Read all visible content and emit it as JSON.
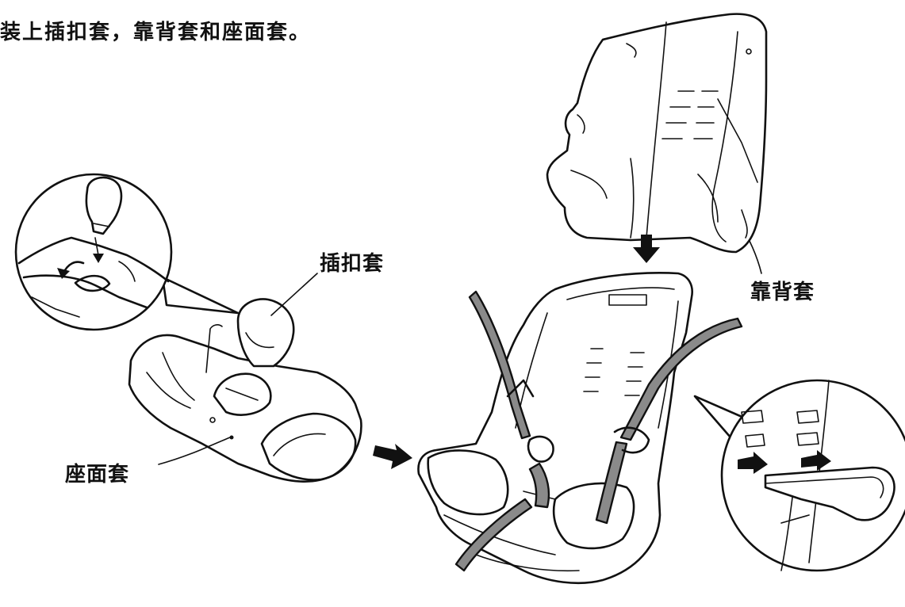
{
  "title": "装上插扣套，靠背套和座面套。",
  "labels": {
    "buckle_cover": "插扣套",
    "back_cover": "靠背套",
    "seat_cover": "座面套"
  }
}
